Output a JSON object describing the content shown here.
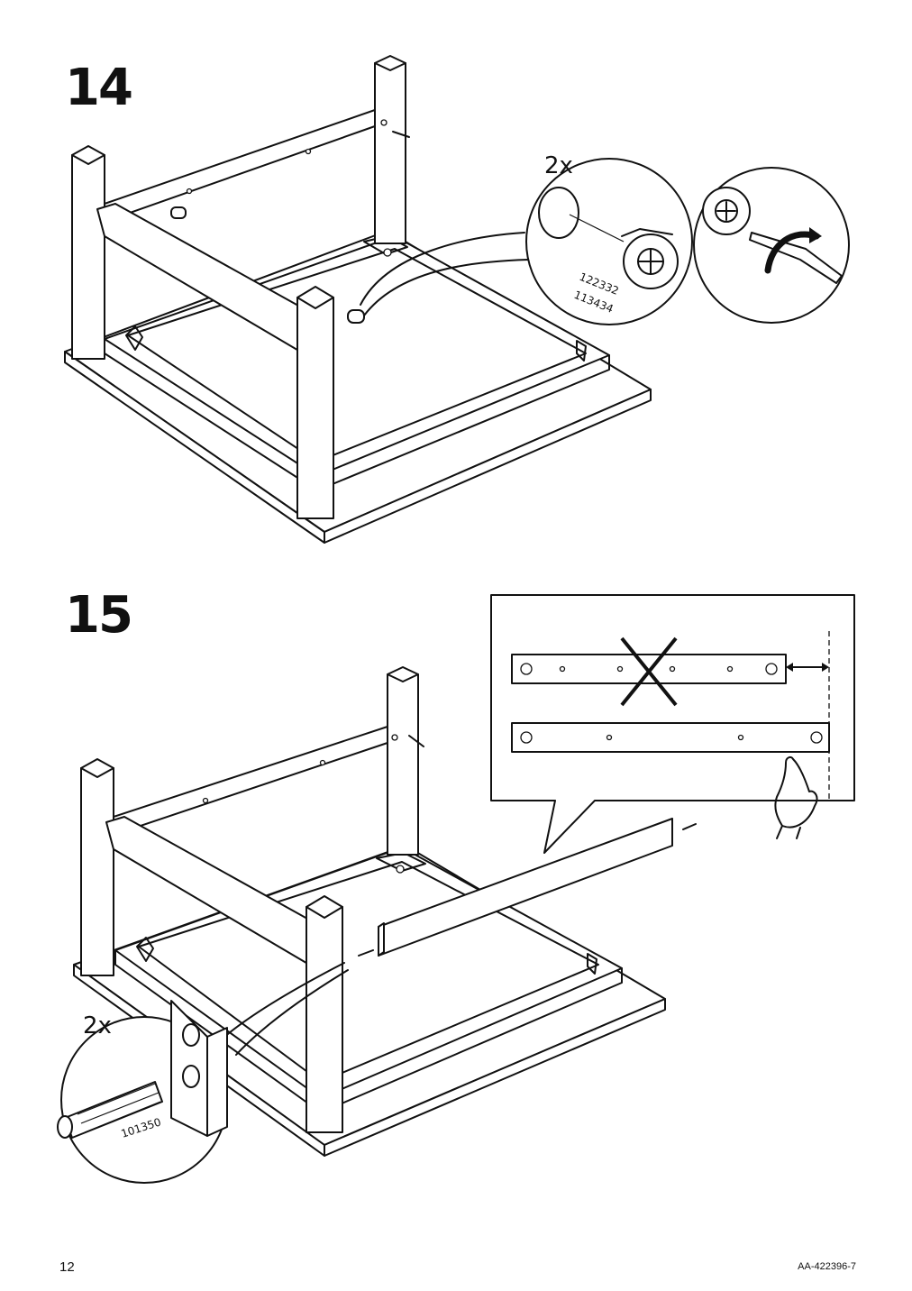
{
  "steps": [
    {
      "number": "14",
      "quantity_label": "2x",
      "part_numbers": [
        "122332",
        "113434"
      ]
    },
    {
      "number": "15",
      "quantity_label": "2x",
      "part_numbers": [
        "101350"
      ]
    }
  ],
  "footer": {
    "page_number": "12",
    "document_code": "AA-422396-7"
  }
}
